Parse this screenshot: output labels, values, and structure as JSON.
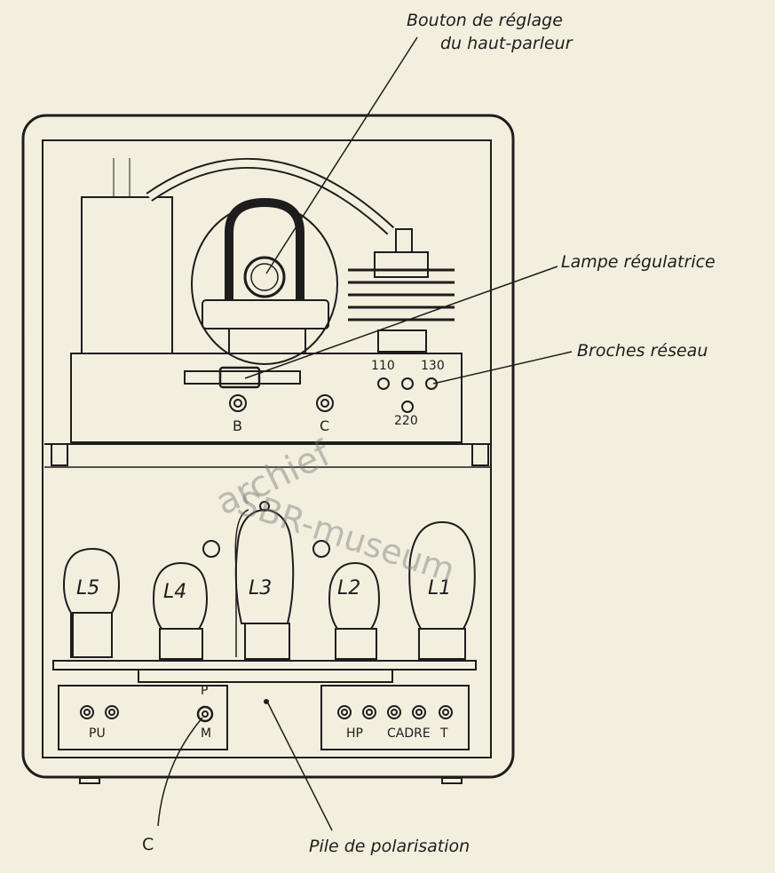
{
  "annotations": {
    "speaker_knob": [
      "Bouton de réglage",
      "du haut-parleur"
    ],
    "regulator_lamp": "Lampe régulatrice",
    "mains_pins": "Broches réseau",
    "switch_c": "C",
    "bias_battery": "Pile de polarisation"
  },
  "voltage_labels": [
    "110",
    "130",
    "220"
  ],
  "terminal_labels": {
    "b": "B",
    "c": "C"
  },
  "tubes": [
    "L5",
    "L4",
    "L3",
    "L2",
    "L1"
  ],
  "panel_labels": {
    "pu": "PU",
    "p": "P",
    "m": "M",
    "hp": "HP",
    "cadre": "CADRE",
    "t": "T"
  },
  "watermark": [
    "archief",
    "SBR-museum"
  ]
}
